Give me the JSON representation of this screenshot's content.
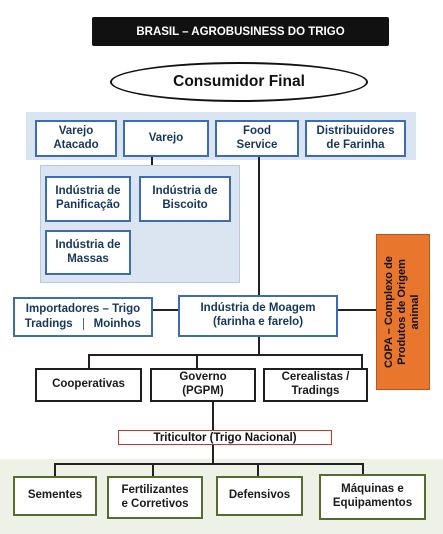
{
  "title": "BRASIL – AGROBUSINESS DO TRIGO",
  "consumer": "Consumidor Final",
  "retail_boxes": [
    "Varejo\nAtacado",
    "Varejo",
    "Food\nService",
    "Distribuidores\nde Farinha"
  ],
  "industry_boxes": [
    "Indústria de\nPanificação",
    "Indústria de\nBiscoito",
    "Indústria de\nMassas"
  ],
  "importers": {
    "title": "Importadores – Trigo",
    "left": "Tradings",
    "right": "Moinhos"
  },
  "milling": "Indústria de Moagem\n(farinha e farelo)",
  "copa": "COPA – Complexo de\nProdutos de Origem\nanimal",
  "middle_boxes": [
    "Cooperativas",
    "Governo\n(PGPM)",
    "Cerealistas /\nTradings"
  ],
  "triticultor": "Triticultor (Trigo Nacional)",
  "input_boxes": [
    "Sementes",
    "Fertilizantes\ne Corretivos",
    "Defensivos",
    "Máquinas e\nEquipamentos"
  ],
  "colors": {
    "blue_band": "#dbe5f1",
    "blue_border": "#3d6cb1",
    "green_band": "#eef1e5",
    "orange": "#e8762c",
    "red_border": "#c0392b"
  }
}
